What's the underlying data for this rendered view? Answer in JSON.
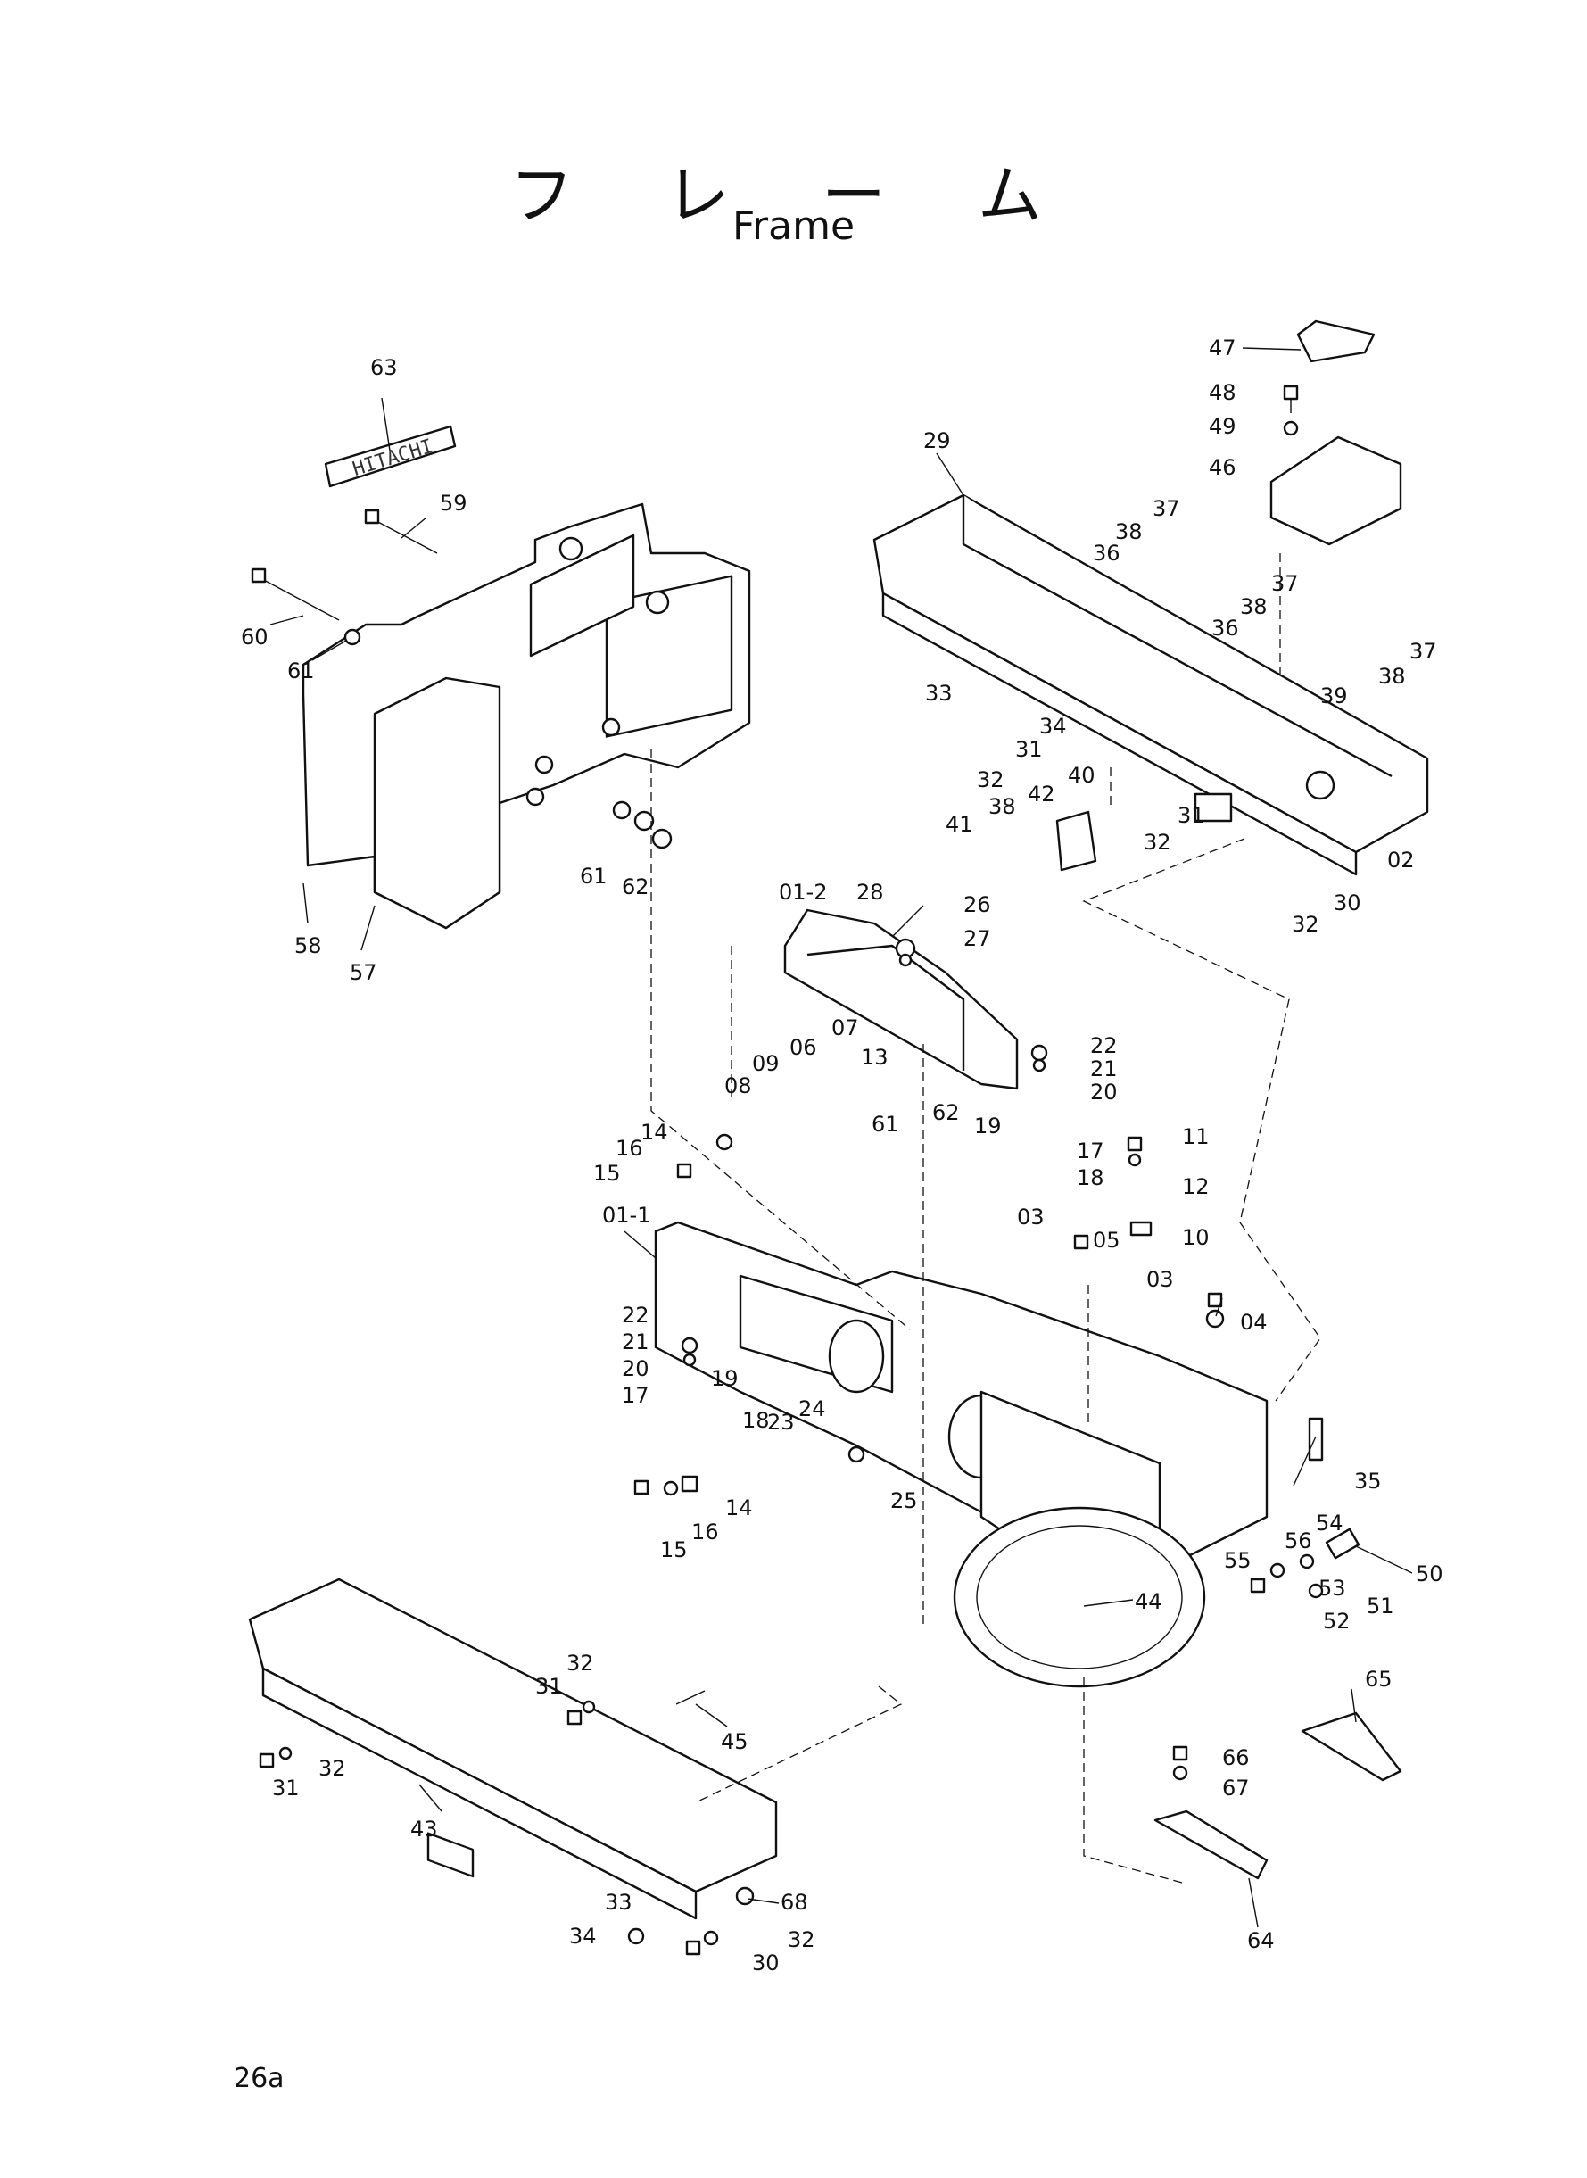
{
  "title": {
    "jp": "フ レ ー ム",
    "en": "Frame"
  },
  "page": "26a",
  "decal_text": "HITACHI",
  "labels": [
    {
      "id": "63",
      "t": "63"
    },
    {
      "id": "59",
      "t": "59"
    },
    {
      "id": "60",
      "t": "60"
    },
    {
      "id": "61a",
      "t": "61"
    },
    {
      "id": "61b",
      "t": "61"
    },
    {
      "id": "62a",
      "t": "62"
    },
    {
      "id": "58",
      "t": "58"
    },
    {
      "id": "57",
      "t": "57"
    },
    {
      "id": "47",
      "t": "47"
    },
    {
      "id": "48",
      "t": "48"
    },
    {
      "id": "49",
      "t": "49"
    },
    {
      "id": "46",
      "t": "46"
    },
    {
      "id": "29",
      "t": "29"
    },
    {
      "id": "37a",
      "t": "37"
    },
    {
      "id": "38a",
      "t": "38"
    },
    {
      "id": "36a",
      "t": "36"
    },
    {
      "id": "37b",
      "t": "37"
    },
    {
      "id": "38b",
      "t": "38"
    },
    {
      "id": "36b",
      "t": "36"
    },
    {
      "id": "37c",
      "t": "37"
    },
    {
      "id": "38c",
      "t": "38"
    },
    {
      "id": "39",
      "t": "39"
    },
    {
      "id": "33a",
      "t": "33"
    },
    {
      "id": "34a",
      "t": "34"
    },
    {
      "id": "31a",
      "t": "31"
    },
    {
      "id": "32a",
      "t": "32"
    },
    {
      "id": "40",
      "t": "40"
    },
    {
      "id": "42",
      "t": "42"
    },
    {
      "id": "38d",
      "t": "38"
    },
    {
      "id": "41",
      "t": "41"
    },
    {
      "id": "31b",
      "t": "31"
    },
    {
      "id": "32b",
      "t": "32"
    },
    {
      "id": "02",
      "t": "02"
    },
    {
      "id": "30a",
      "t": "30"
    },
    {
      "id": "32c",
      "t": "32"
    },
    {
      "id": "01-2",
      "t": "01-2"
    },
    {
      "id": "28",
      "t": "28"
    },
    {
      "id": "26",
      "t": "26"
    },
    {
      "id": "27",
      "t": "27"
    },
    {
      "id": "07",
      "t": "07"
    },
    {
      "id": "06",
      "t": "06"
    },
    {
      "id": "09",
      "t": "09"
    },
    {
      "id": "08",
      "t": "08"
    },
    {
      "id": "13",
      "t": "13"
    },
    {
      "id": "22a",
      "t": "22"
    },
    {
      "id": "21a",
      "t": "21"
    },
    {
      "id": "20a",
      "t": "20"
    },
    {
      "id": "62b",
      "t": "62"
    },
    {
      "id": "61c",
      "t": "61"
    },
    {
      "id": "19a",
      "t": "19"
    },
    {
      "id": "17a",
      "t": "17"
    },
    {
      "id": "18a",
      "t": "18"
    },
    {
      "id": "11",
      "t": "11"
    },
    {
      "id": "12",
      "t": "12"
    },
    {
      "id": "14a",
      "t": "14"
    },
    {
      "id": "16a",
      "t": "16"
    },
    {
      "id": "15a",
      "t": "15"
    },
    {
      "id": "01-1",
      "t": "01-1"
    },
    {
      "id": "03a",
      "t": "03"
    },
    {
      "id": "05",
      "t": "05"
    },
    {
      "id": "10",
      "t": "10"
    },
    {
      "id": "03b",
      "t": "03"
    },
    {
      "id": "04",
      "t": "04"
    },
    {
      "id": "22b",
      "t": "22"
    },
    {
      "id": "21b",
      "t": "21"
    },
    {
      "id": "20b",
      "t": "20"
    },
    {
      "id": "19b",
      "t": "19"
    },
    {
      "id": "17b",
      "t": "17"
    },
    {
      "id": "18b",
      "t": "18"
    },
    {
      "id": "23",
      "t": "23"
    },
    {
      "id": "24",
      "t": "24"
    },
    {
      "id": "25",
      "t": "25"
    },
    {
      "id": "14b",
      "t": "14"
    },
    {
      "id": "16b",
      "t": "16"
    },
    {
      "id": "15b",
      "t": "15"
    },
    {
      "id": "35",
      "t": "35"
    },
    {
      "id": "54",
      "t": "54"
    },
    {
      "id": "56",
      "t": "56"
    },
    {
      "id": "55",
      "t": "55"
    },
    {
      "id": "50",
      "t": "50"
    },
    {
      "id": "53",
      "t": "53"
    },
    {
      "id": "51",
      "t": "51"
    },
    {
      "id": "52",
      "t": "52"
    },
    {
      "id": "44",
      "t": "44"
    },
    {
      "id": "32d",
      "t": "32"
    },
    {
      "id": "31c",
      "t": "31"
    },
    {
      "id": "45",
      "t": "45"
    },
    {
      "id": "31d",
      "t": "31"
    },
    {
      "id": "32e",
      "t": "32"
    },
    {
      "id": "43",
      "t": "43"
    },
    {
      "id": "65",
      "t": "65"
    },
    {
      "id": "66",
      "t": "66"
    },
    {
      "id": "67",
      "t": "67"
    },
    {
      "id": "64",
      "t": "64"
    },
    {
      "id": "33b",
      "t": "33"
    },
    {
      "id": "68",
      "t": "68"
    },
    {
      "id": "34b",
      "t": "34"
    },
    {
      "id": "32f",
      "t": "32"
    },
    {
      "id": "30b",
      "t": "30"
    }
  ],
  "colors": {
    "ink": "#111111",
    "paper": "#ffffff"
  }
}
